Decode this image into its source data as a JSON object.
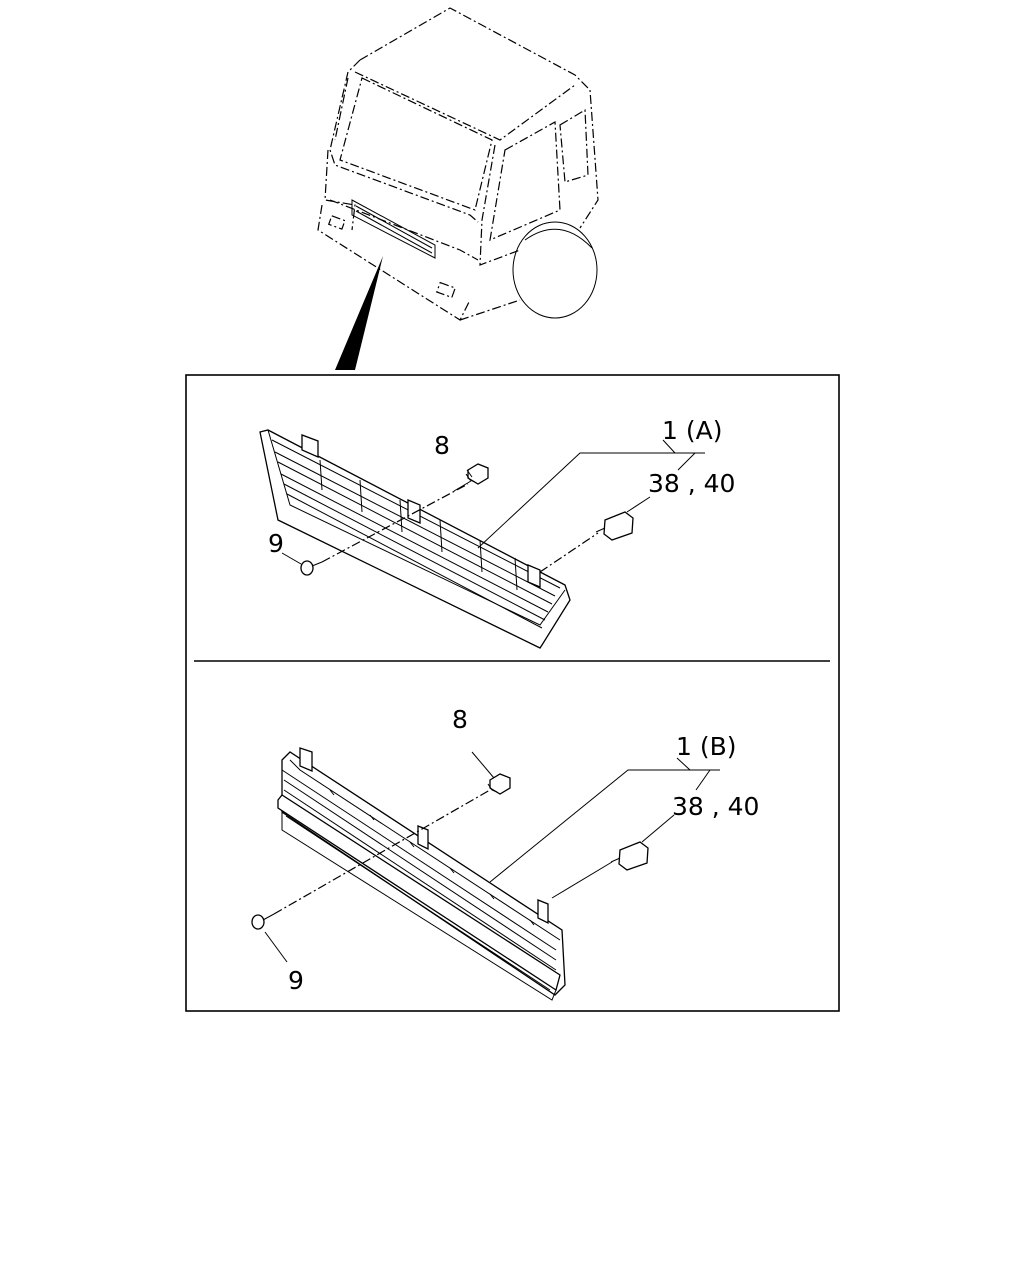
{
  "callouts": {
    "top": {
      "part_1": "1 (A)",
      "part_38_40": "38 , 40",
      "part_8": "8",
      "part_9": "9"
    },
    "bottom": {
      "part_1": "1 (B)",
      "part_38_40": "38 , 40",
      "part_8": "8",
      "part_9": "9"
    }
  }
}
